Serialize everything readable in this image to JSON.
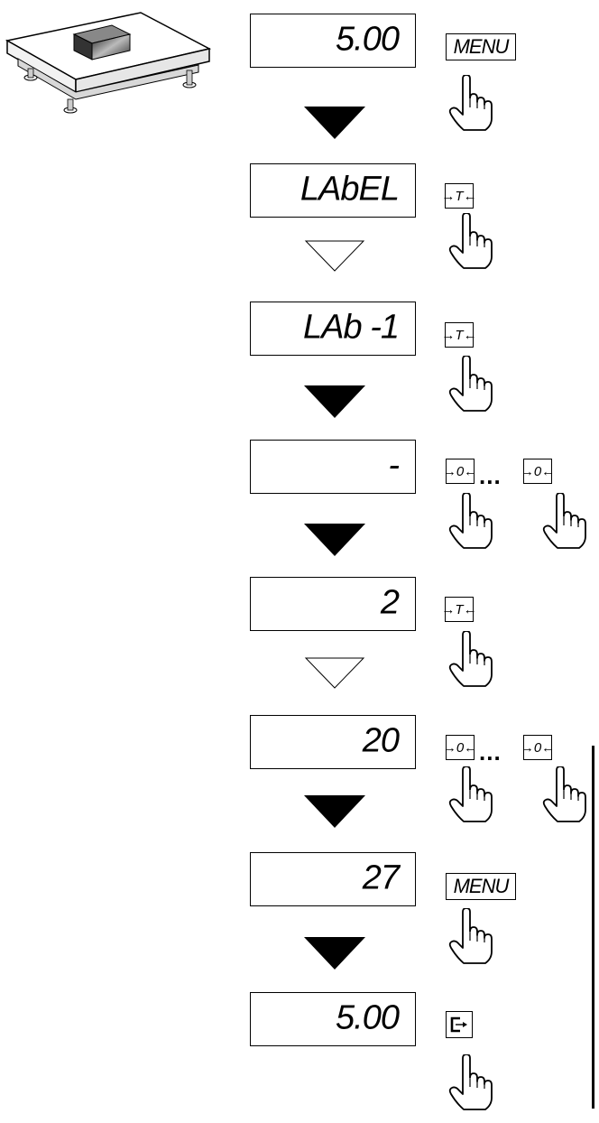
{
  "steps": [
    {
      "display": "5.00",
      "keys": [
        "MENU"
      ],
      "arrow": "filled"
    },
    {
      "display": "LAbEL",
      "keys": [
        "→T←"
      ],
      "arrow": "outline"
    },
    {
      "display": "LAb -1",
      "keys": [
        "→T←"
      ],
      "arrow": "filled"
    },
    {
      "display": "-",
      "keys": [
        "→0←",
        "...",
        "→0←"
      ],
      "arrow": "filled"
    },
    {
      "display": "2",
      "keys": [
        "→T←"
      ],
      "arrow": "outline"
    },
    {
      "display": "20",
      "keys": [
        "→0←",
        "...",
        "→0←"
      ],
      "arrow": "filled"
    },
    {
      "display": "27",
      "keys": [
        "MENU"
      ],
      "arrow": "filled"
    },
    {
      "display": "5.00",
      "keys": [
        "exit"
      ],
      "arrow": ""
    }
  ]
}
